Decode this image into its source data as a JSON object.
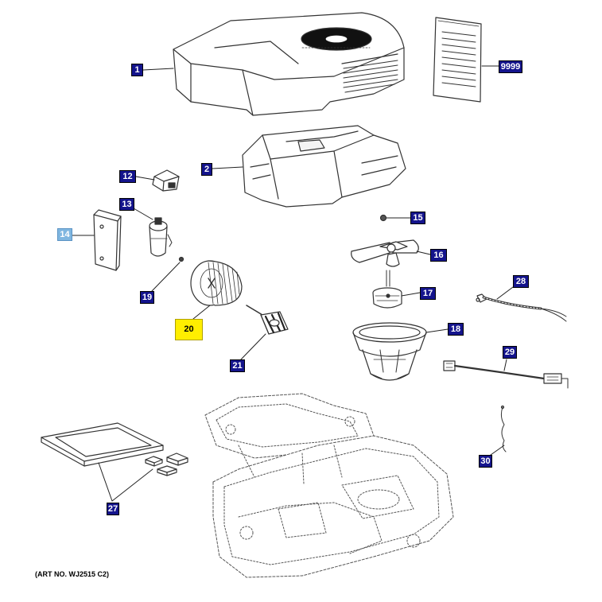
{
  "diagram": {
    "caption": "(ART NO. WJ2515 C2)",
    "callouts": [
      "1",
      "2",
      "9999",
      "12",
      "13",
      "14",
      "15",
      "16",
      "17",
      "28",
      "19",
      "20",
      "18",
      "21",
      "29",
      "30",
      "27"
    ],
    "highlight_color": "#ffee00",
    "callout_color": "#14148c",
    "light_callout_color": "#7fb6e0"
  }
}
